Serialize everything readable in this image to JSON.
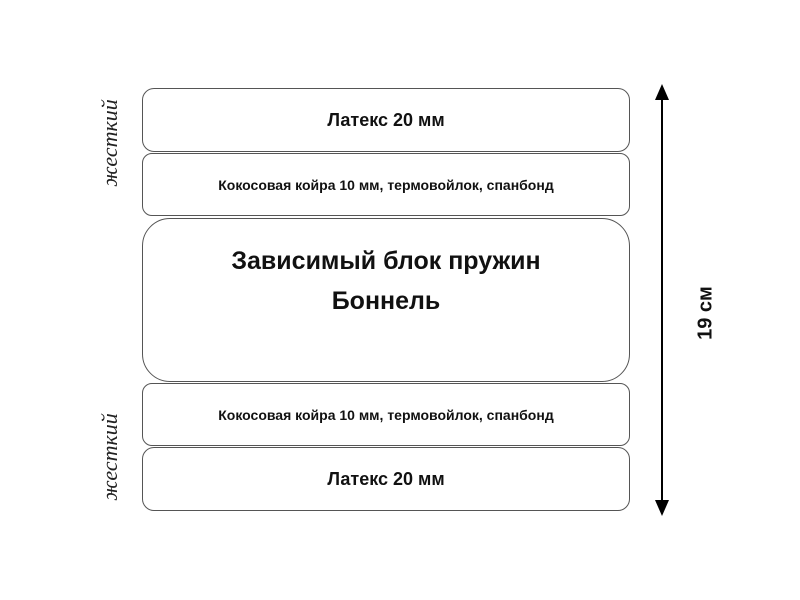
{
  "layers": [
    {
      "label": "Латекс 20 мм"
    },
    {
      "label": "Кокосовая койра 10 мм, термовойлок, спанбонд"
    },
    {
      "label_line1": "Зависимый блок пружин",
      "label_line2": "Боннель"
    },
    {
      "label": "Кокосовая койра 10 мм, термовойлок, спанбонд"
    },
    {
      "label": "Латекс 20 мм"
    }
  ],
  "side_labels": {
    "top": "жесткий",
    "bottom": "жесткий"
  },
  "total_height": "19 см"
}
